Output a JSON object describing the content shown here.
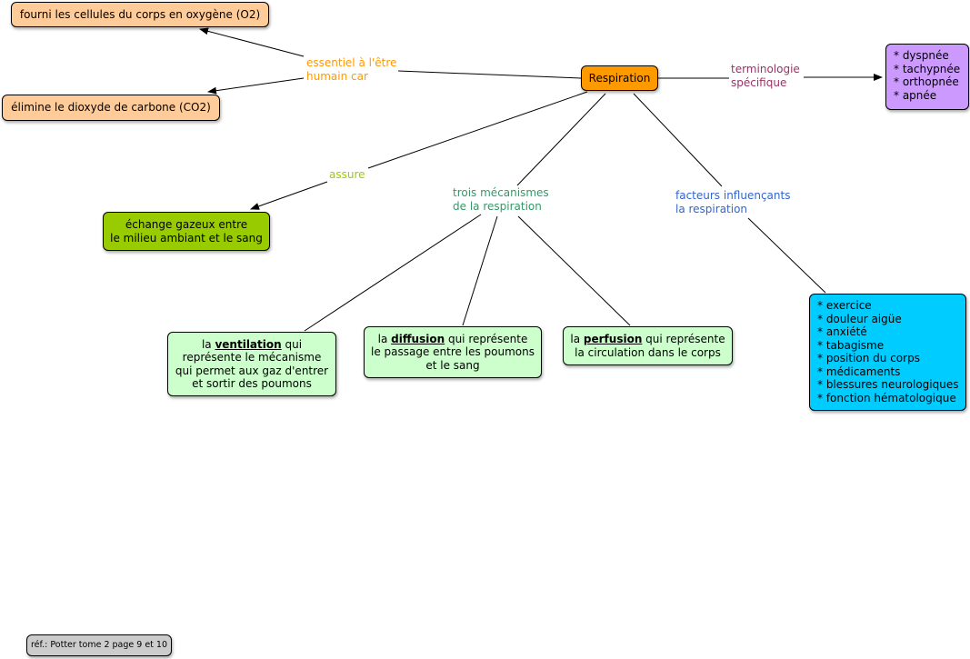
{
  "center": {
    "label": "Respiration",
    "color": "#ff9900"
  },
  "links": {
    "essential": {
      "label_line1": "essentiel à l'être",
      "label_line2": "humain car",
      "color": "#ff9900"
    },
    "assure": {
      "label": "assure",
      "color": "#99cc00"
    },
    "mechanisms": {
      "label_line1": "trois mécanismes",
      "label_line2": "de la respiration",
      "color": "#339966"
    },
    "factors": {
      "label_line1": "facteurs influençants",
      "label_line2": "la respiration",
      "color": "#3366cc"
    },
    "terminology": {
      "label_line1": "terminologie",
      "label_line2": "spécifique",
      "color": "#993366"
    }
  },
  "nodes": {
    "oxygen": {
      "text": "fourni les cellules du corps en oxygène (O2)",
      "color": "#ffcc99"
    },
    "co2": {
      "text": "élimine le dioxyde de carbone (CO2)",
      "color": "#ffcc99"
    },
    "exchange": {
      "line1": "échange gazeux entre",
      "line2": "le milieu ambiant et le sang",
      "color": "#99cc00"
    },
    "ventilation": {
      "prefix": "la ",
      "keyword": "ventilation",
      "suffix": " qui",
      "line2": "représente le mécanisme",
      "line3": "qui permet aux gaz d'entrer",
      "line4": "et sortir des poumons",
      "color": "#ccffcc"
    },
    "diffusion": {
      "prefix": "la ",
      "keyword": "diffusion",
      "suffix": " qui représente",
      "line2": "le passage entre les poumons",
      "line3": "et le sang",
      "color": "#ccffcc"
    },
    "perfusion": {
      "prefix": "la ",
      "keyword": "perfusion",
      "suffix": " qui représente",
      "line2": "la circulation dans le corps",
      "color": "#ccffcc"
    },
    "factors_list": {
      "items": [
        "* exercice",
        "* douleur aigüe",
        "* anxiété",
        "* tabagisme",
        "* position du corps",
        "* médicaments",
        "* blessures neurologiques",
        "* fonction hématologique"
      ],
      "color": "#00ccff"
    },
    "terms_list": {
      "items": [
        "* dyspnée",
        "* tachypnée",
        "* orthopnée",
        "* apnée"
      ],
      "color": "#cc99ff"
    }
  },
  "reference": {
    "text": "réf.: Potter tome 2 page 9 et 10",
    "color": "#cccccc"
  }
}
